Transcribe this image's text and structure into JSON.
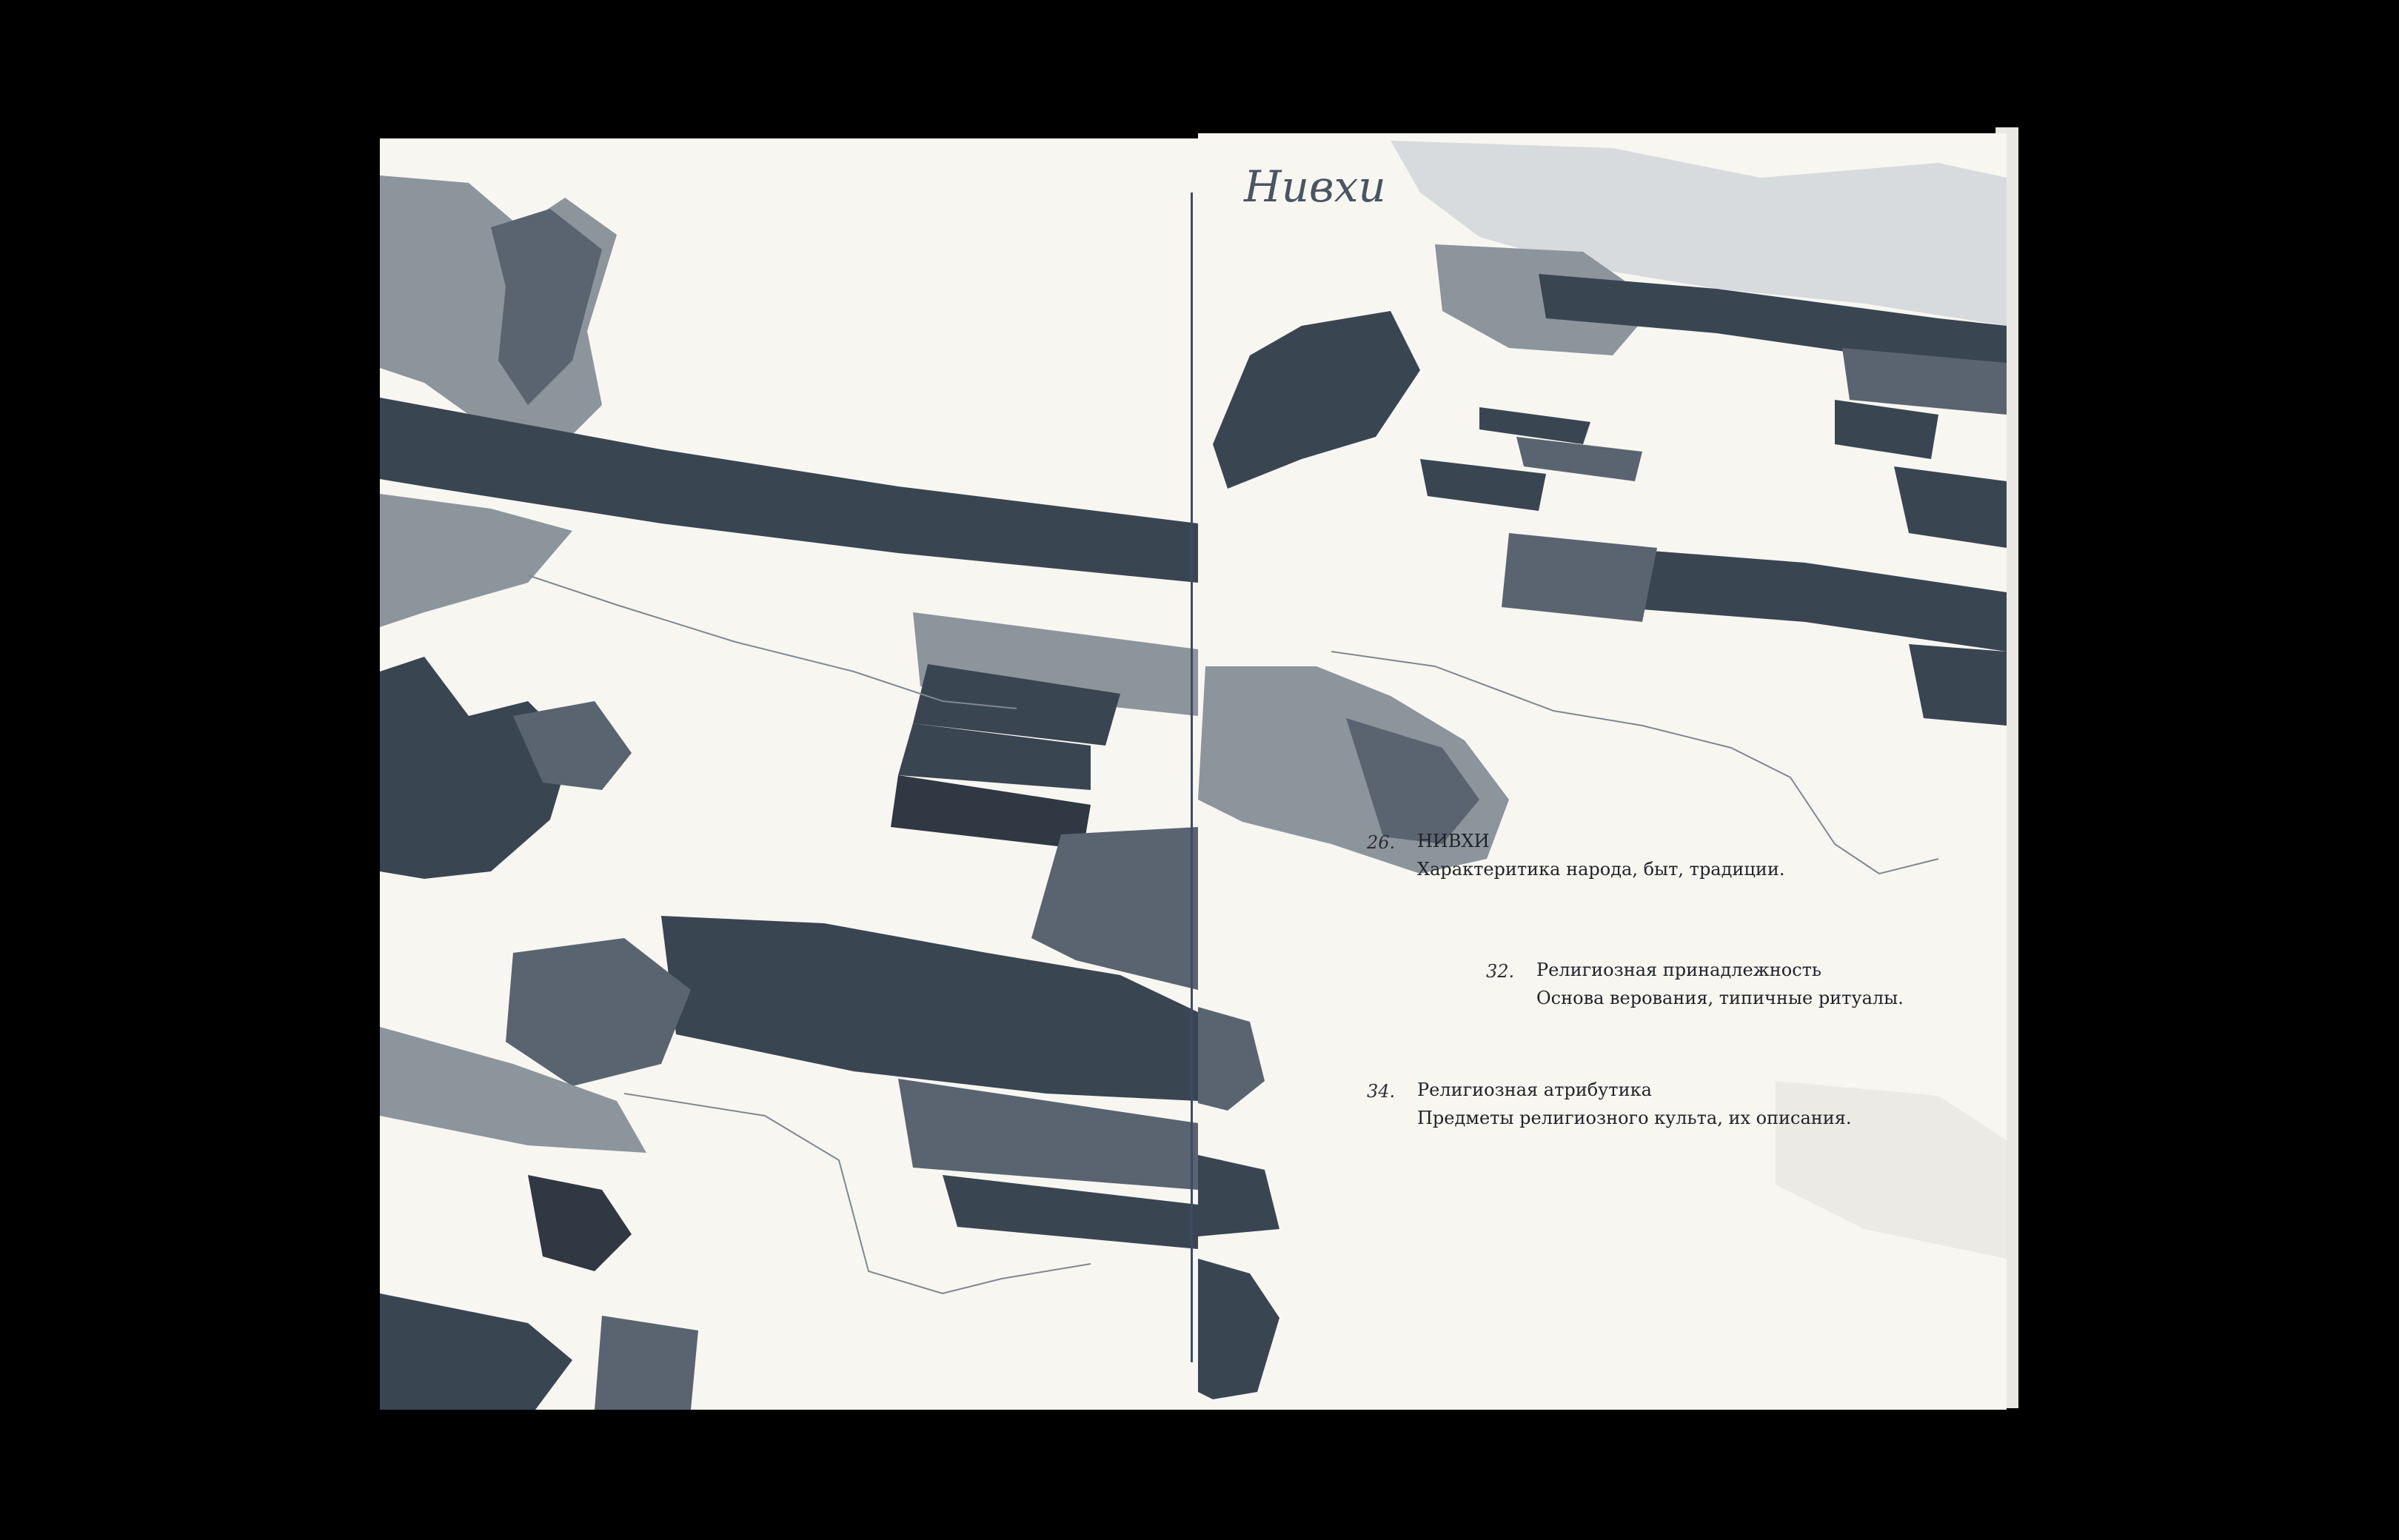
{
  "spread": {
    "right_page": {
      "title": "Нивхи",
      "toc": [
        {
          "number": "26.",
          "heading": "НИВХИ",
          "description": "Характеритика народа, быт, традиции."
        },
        {
          "number": "32.",
          "heading": "Религиозная принадлежность",
          "description": "Основа верования, типичные ритуалы."
        },
        {
          "number": "34.",
          "heading": "Религиозная атрибутика",
          "description": "Предметы религиозного культа, их описания."
        }
      ]
    },
    "colors": {
      "background": "#000000",
      "paper": "#f7f6f1",
      "ink_dark": "#3a4552",
      "ink_light": "#8c949c",
      "spine": "#3c4a6a"
    },
    "icons": [
      "torn-paper-ink-texture"
    ]
  }
}
